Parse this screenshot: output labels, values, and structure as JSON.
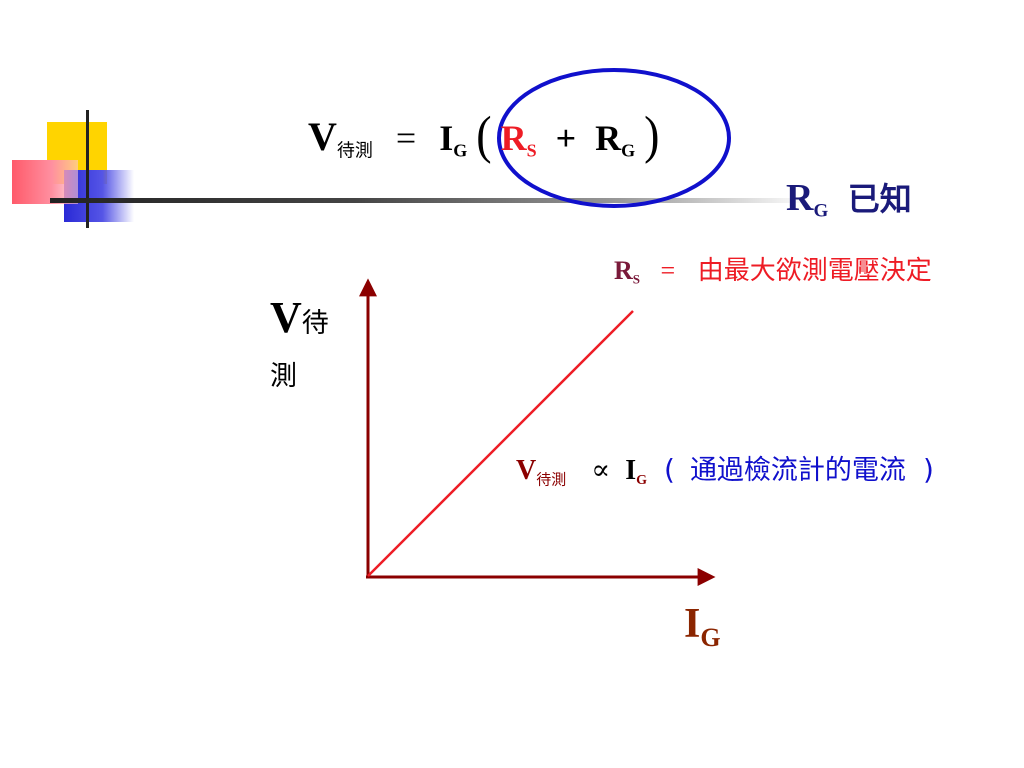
{
  "formula": {
    "lhs_main": "V",
    "lhs_sub": "待測",
    "equals": "=",
    "ig_main": "I",
    "ig_sub": "G",
    "open_paren": "(",
    "rs_main": "R",
    "rs_sub": "S",
    "plus": "+",
    "rg_main": "R",
    "rg_sub": "G",
    "close_paren": ")"
  },
  "rg_known": {
    "main": "R",
    "sub": "G",
    "text": "已知"
  },
  "rs_note": {
    "main": "R",
    "sub": "S",
    "equals": "=",
    "text": "由最大欲測電壓決定"
  },
  "y_label": {
    "main": "V",
    "line1": "待",
    "line2": "測"
  },
  "x_label": {
    "main": "I",
    "sub": "G"
  },
  "relation": {
    "v_main": "V",
    "v_sub": "待測",
    "symbol": "∝",
    "i_main": "I",
    "i_sub": "G",
    "paren_open": "(",
    "text": "通過檢流計的電流",
    "paren_close": ")"
  },
  "colors": {
    "axis": "#8b0000",
    "line": "#ee1c25",
    "ellipse": "#1010cc",
    "red_text": "#ee1c25",
    "blue_text": "#1010cc",
    "navy_text": "#1a1a7a",
    "maroon_text": "#7a1a3a",
    "brown_text": "#8b2500"
  }
}
